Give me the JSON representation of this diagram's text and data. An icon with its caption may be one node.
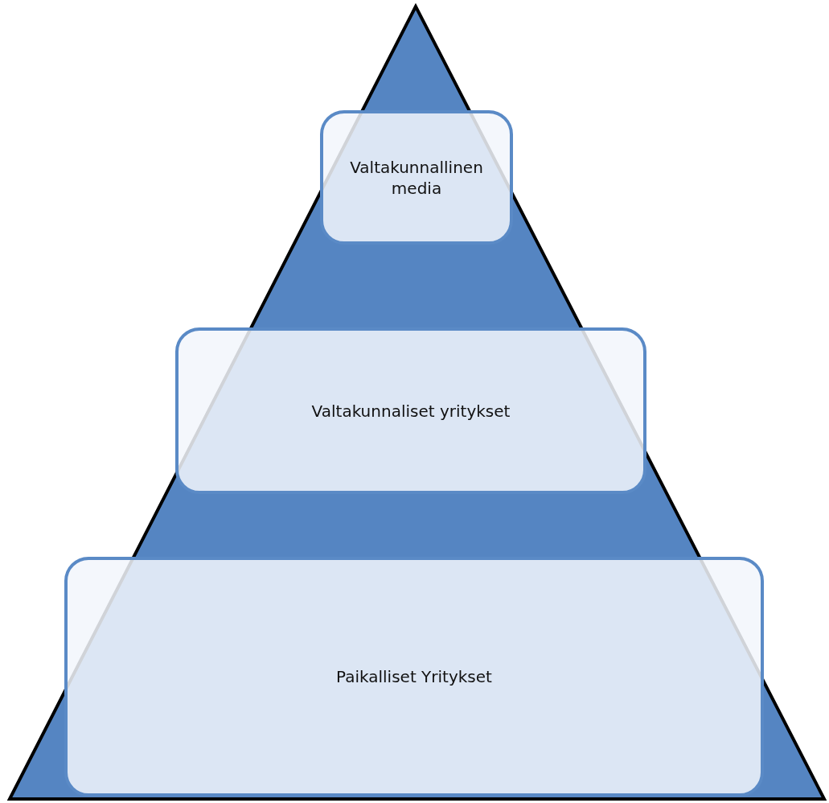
{
  "diagram": {
    "nodes": [
      {
        "text": [
          "Valtakunnallinen media"
        ]
      },
      {
        "text": [
          "Valtakunnaliset yritykset"
        ]
      },
      {
        "text": [
          "Paikalliset Yritykset"
        ]
      }
    ]
  }
}
